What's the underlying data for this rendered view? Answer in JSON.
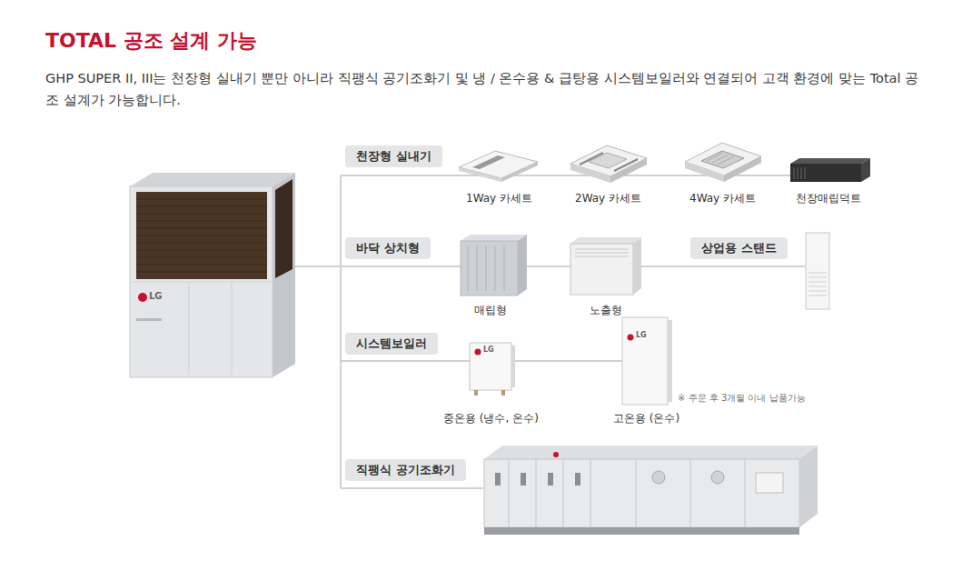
{
  "diagram": {
    "title": "TOTAL 공조 설계 가능",
    "caption": "GHP SUPER II, III는 천장형 실내기 뿐만 아니라 직팽식 공기조화기 및 냉 / 온수용 & 급탕용 시스템보일러와 연결되어 고객 환경에 맞는 Total 공조 설계가 가능합니다.",
    "nodes": [
      {
        "text": [
          "천장형 실내기"
        ]
      },
      {
        "text": [
          "바닥 상치형"
        ]
      },
      {
        "text": [
          "상업용 스탠드"
        ]
      },
      {
        "text": [
          "시스템보일러"
        ]
      },
      {
        "text": [
          "직팽식 공기조화기"
        ]
      }
    ],
    "labels": [
      "LG",
      "1Way 카세트",
      "2Way 카세트",
      "4Way 카세트",
      "천장매립덕트",
      "매립형",
      "노출형",
      "LG",
      "LG",
      "중온용 (냉수, 온수)",
      "고온용 (온수)",
      "※ 주문 후 3개월 이내 납품가능"
    ]
  }
}
